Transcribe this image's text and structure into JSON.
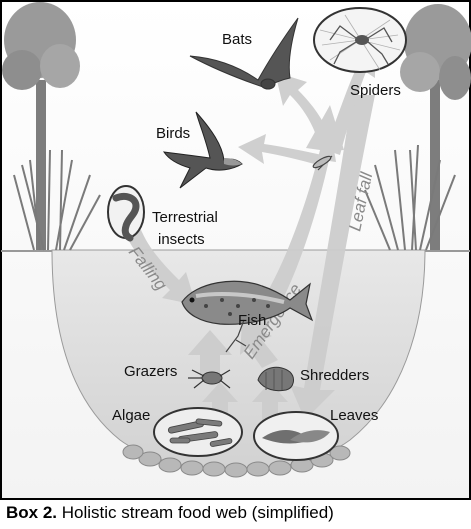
{
  "labels": {
    "bats": "Bats",
    "spiders": "Spiders",
    "birds": "Birds",
    "terrestrial_insects_1": "Terrestrial",
    "terrestrial_insects_2": "insects",
    "fish": "Fish",
    "grazers": "Grazers",
    "shredders": "Shredders",
    "algae": "Algae",
    "leaves": "Leaves"
  },
  "arrow_labels": {
    "falling": "Falling",
    "emergence": "Emergence",
    "leaf_fall": "Leaf fall"
  },
  "caption": {
    "prefix": "Box 2.",
    "text": " Holistic stream food web (simplified)"
  },
  "colors": {
    "water": "#dedede",
    "arrow": "#cdcdcd",
    "pebbles": "#b5b5b5",
    "vegetation": "#8c8c8c",
    "label_text": "#111111"
  }
}
